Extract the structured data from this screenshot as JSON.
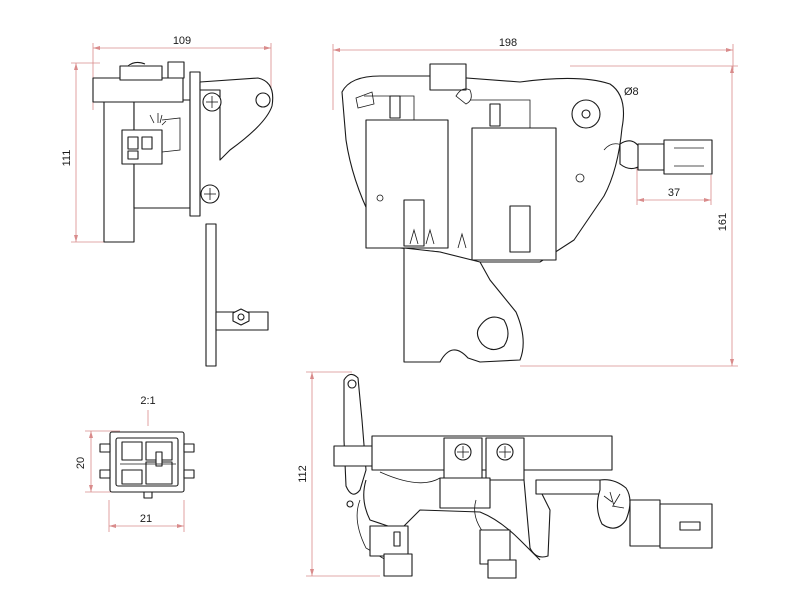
{
  "dimensions": {
    "side_width": "109",
    "side_height": "111",
    "front_width": "198",
    "front_height": "161",
    "hole_diameter": "Ø8",
    "connector_offset": "37",
    "connector_scale": "2:1",
    "connector_height": "20",
    "connector_width": "21",
    "top_view_height": "112"
  },
  "colors": {
    "dimension_line": "#d98b8b",
    "outline": "#1a1a1a",
    "background": "#ffffff"
  }
}
